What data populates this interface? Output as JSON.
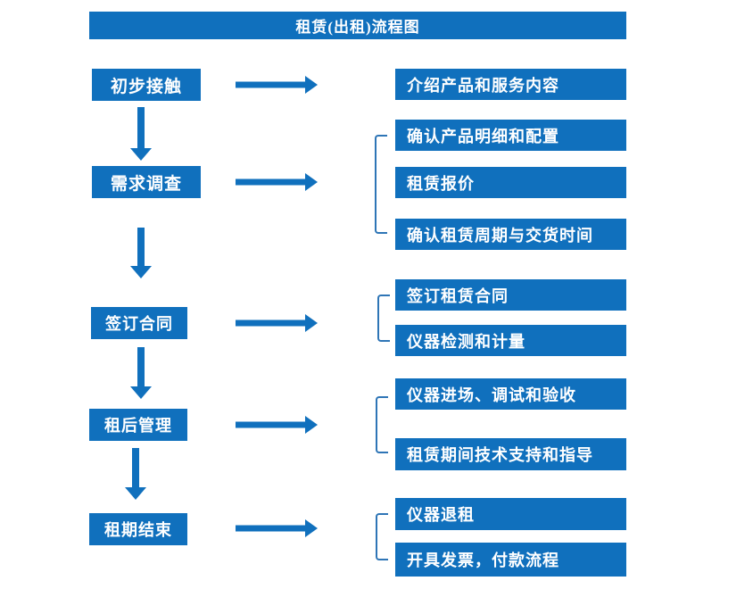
{
  "title": "租赁(出租)流程图",
  "colors": {
    "primary_blue": "#1070BD",
    "bracket_blue": "#2E75B6",
    "text_on_blue": "#FFFFFF",
    "background": "#FFFFFF"
  },
  "steps": [
    {
      "label": "初步接触",
      "details": [
        "介绍产品和服务内容"
      ]
    },
    {
      "label": "需求调查",
      "details": [
        "确认产品明细和配置",
        "租赁报价",
        "确认租赁周期与交货时间"
      ]
    },
    {
      "label": "签订合同",
      "details": [
        "签订租赁合同",
        "仪器检测和计量"
      ]
    },
    {
      "label": "租后管理",
      "details": [
        "仪器进场、调试和验收",
        "租赁期间技术支持和指导"
      ]
    },
    {
      "label": "租期结束",
      "details": [
        "仪器退租",
        "开具发票，付款流程"
      ]
    }
  ]
}
